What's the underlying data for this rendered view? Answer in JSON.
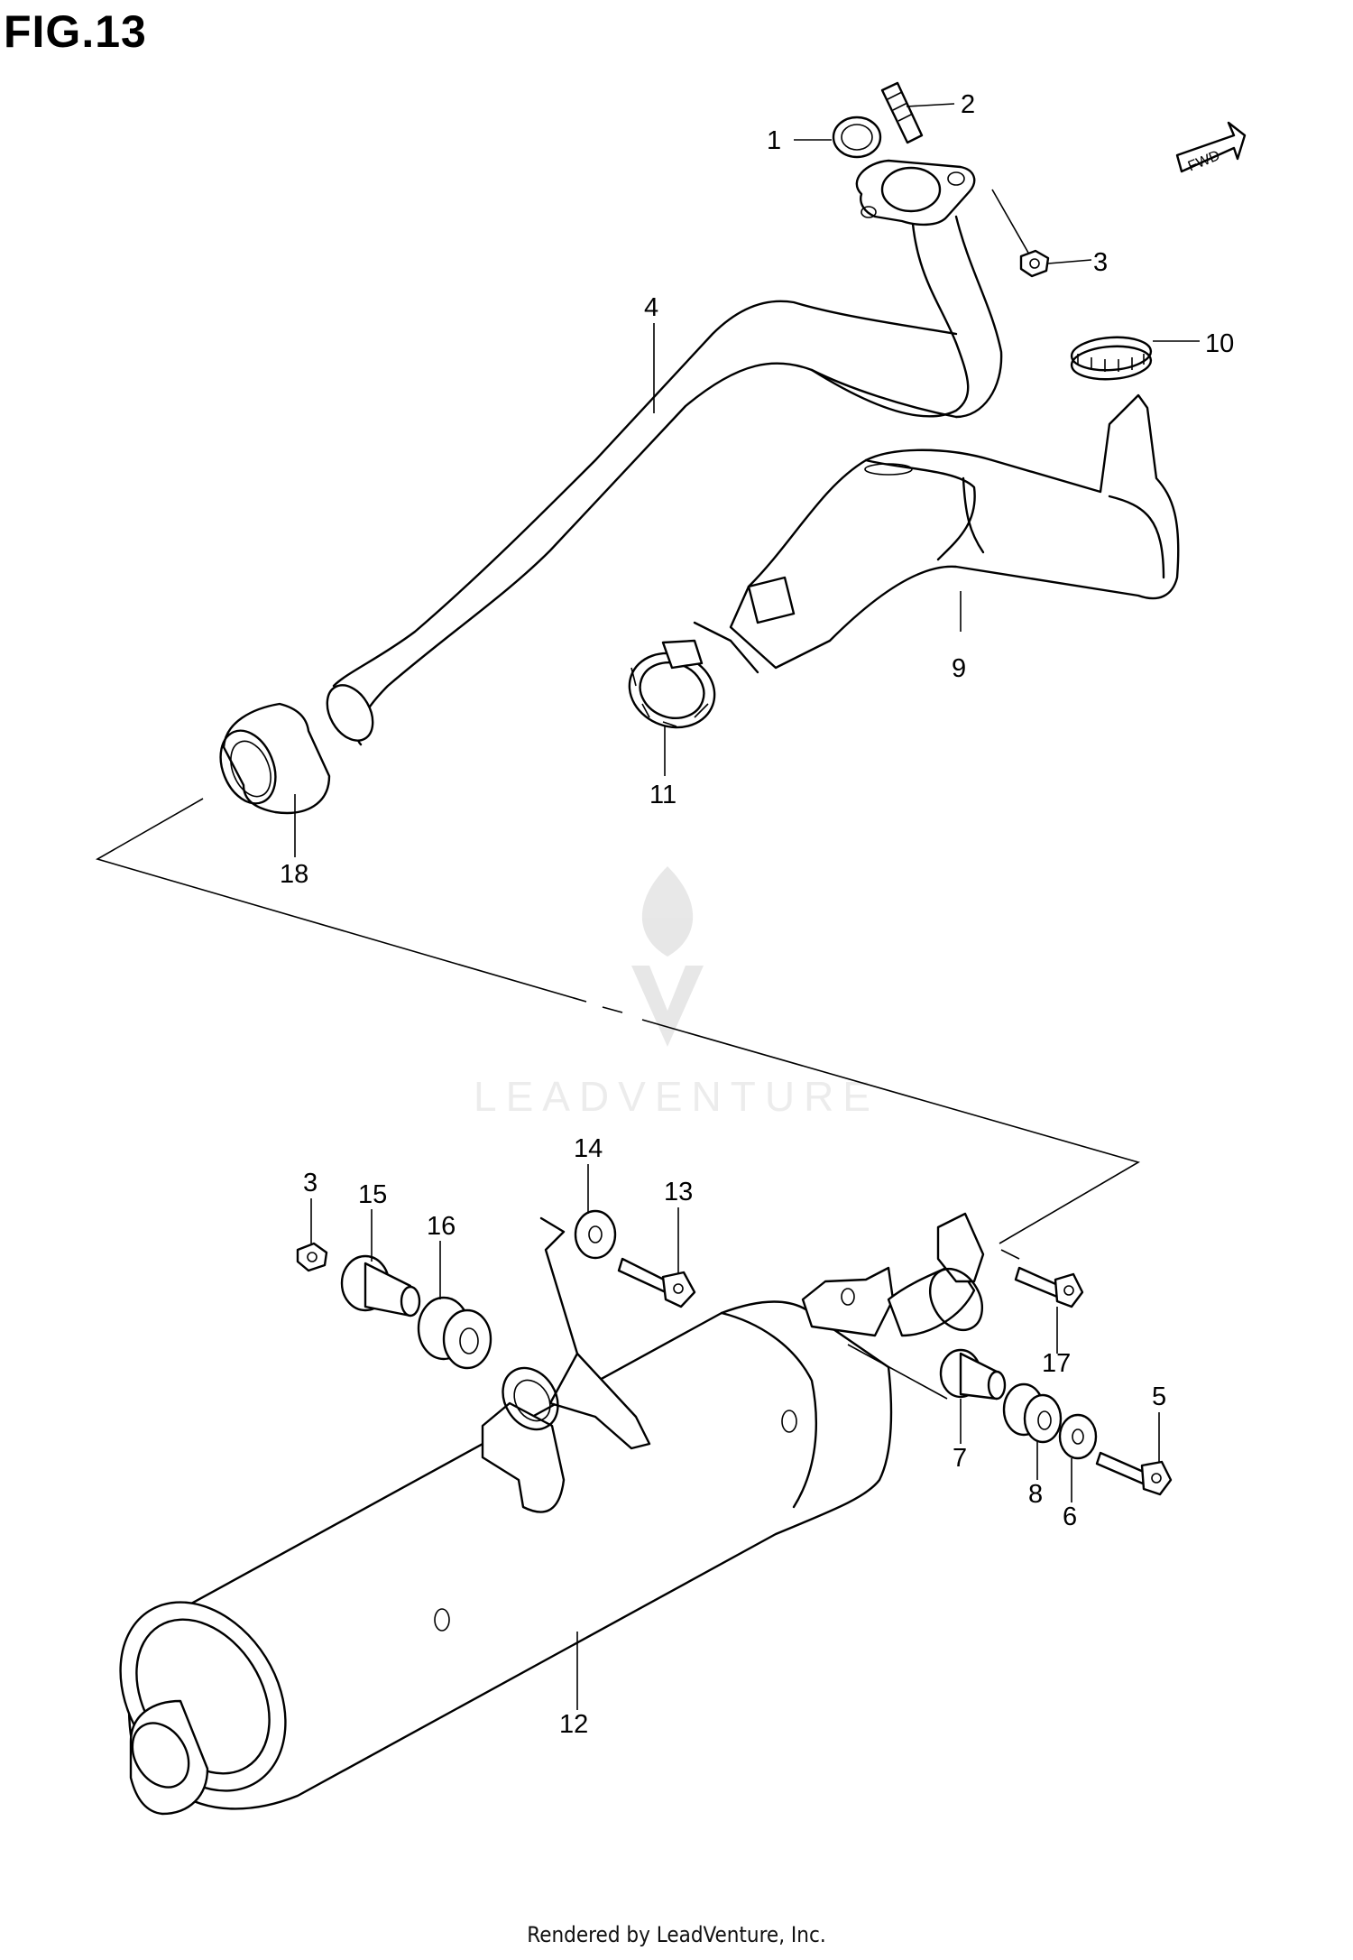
{
  "figure": {
    "title": "FIG.13",
    "fwd_label": "FWD",
    "watermark": "LEADVENTURE",
    "footer": "Rendered by LeadVenture, Inc."
  },
  "callouts": {
    "c1": "1",
    "c2": "2",
    "c3a": "3",
    "c4": "4",
    "c9": "9",
    "c10": "10",
    "c11": "11",
    "c18": "18",
    "c3b": "3",
    "c15": "15",
    "c16": "16",
    "c14": "14",
    "c13": "13",
    "c17": "17",
    "c5": "5",
    "c7": "7",
    "c8": "8",
    "c6": "6",
    "c12": "12"
  }
}
